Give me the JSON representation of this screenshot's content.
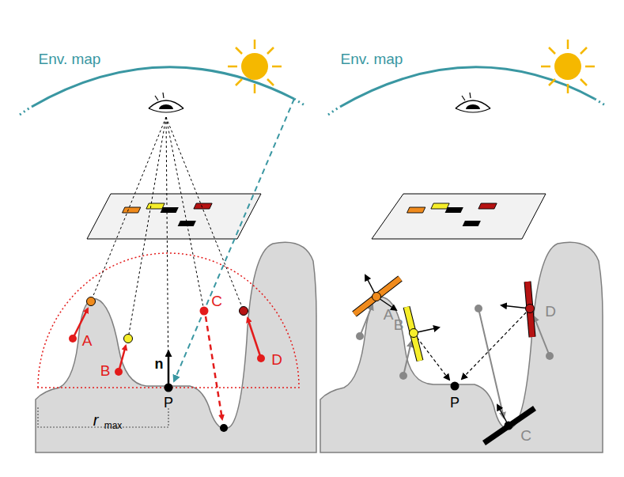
{
  "diagram": {
    "labels": [
      "Env. map",
      "Env. map",
      "A",
      "B",
      "C",
      "D",
      "n",
      "P",
      "r",
      "max",
      "A",
      "B",
      "C",
      "D",
      "P"
    ]
  }
}
